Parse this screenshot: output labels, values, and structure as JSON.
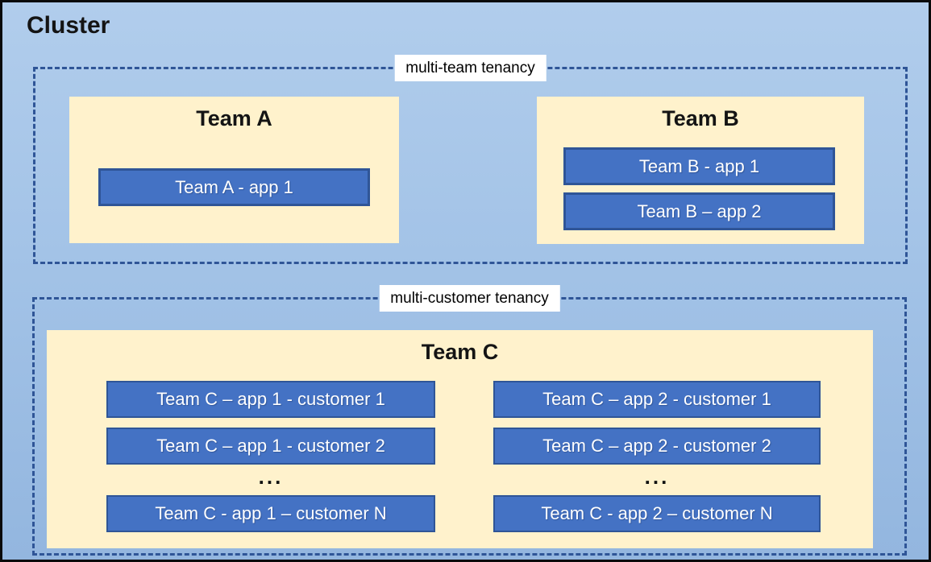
{
  "cluster": {
    "title": "Cluster"
  },
  "colors": {
    "background_top": "#b1cdec",
    "background_bottom": "#93b6df",
    "cluster_border": "#0a0a0a",
    "dashed_border": "#2f5597",
    "team_box_fill": "#fff2cc",
    "app_box_fill": "#4472c4",
    "app_box_border": "#2f5597",
    "app_text": "#ffffff",
    "label_background": "#ffffff",
    "title_text": "#141414"
  },
  "sections": [
    {
      "label": "multi-team tenancy",
      "teams": [
        {
          "name": "Team A",
          "apps": [
            "Team A - app 1"
          ]
        },
        {
          "name": "Team B",
          "apps": [
            "Team B - app 1",
            "Team B – app 2"
          ]
        }
      ]
    },
    {
      "label": "multi-customer tenancy",
      "teams": [
        {
          "name": "Team C",
          "columns": [
            {
              "apps": [
                "Team C – app 1 - customer 1",
                "Team C – app 1 - customer 2",
                "Team C - app 1 – customer N"
              ],
              "ellipsis": "..."
            },
            {
              "apps": [
                "Team C – app 2 - customer 1",
                "Team C – app 2 - customer 2",
                "Team C - app 2 – customer N"
              ],
              "ellipsis": "..."
            }
          ]
        }
      ]
    }
  ]
}
